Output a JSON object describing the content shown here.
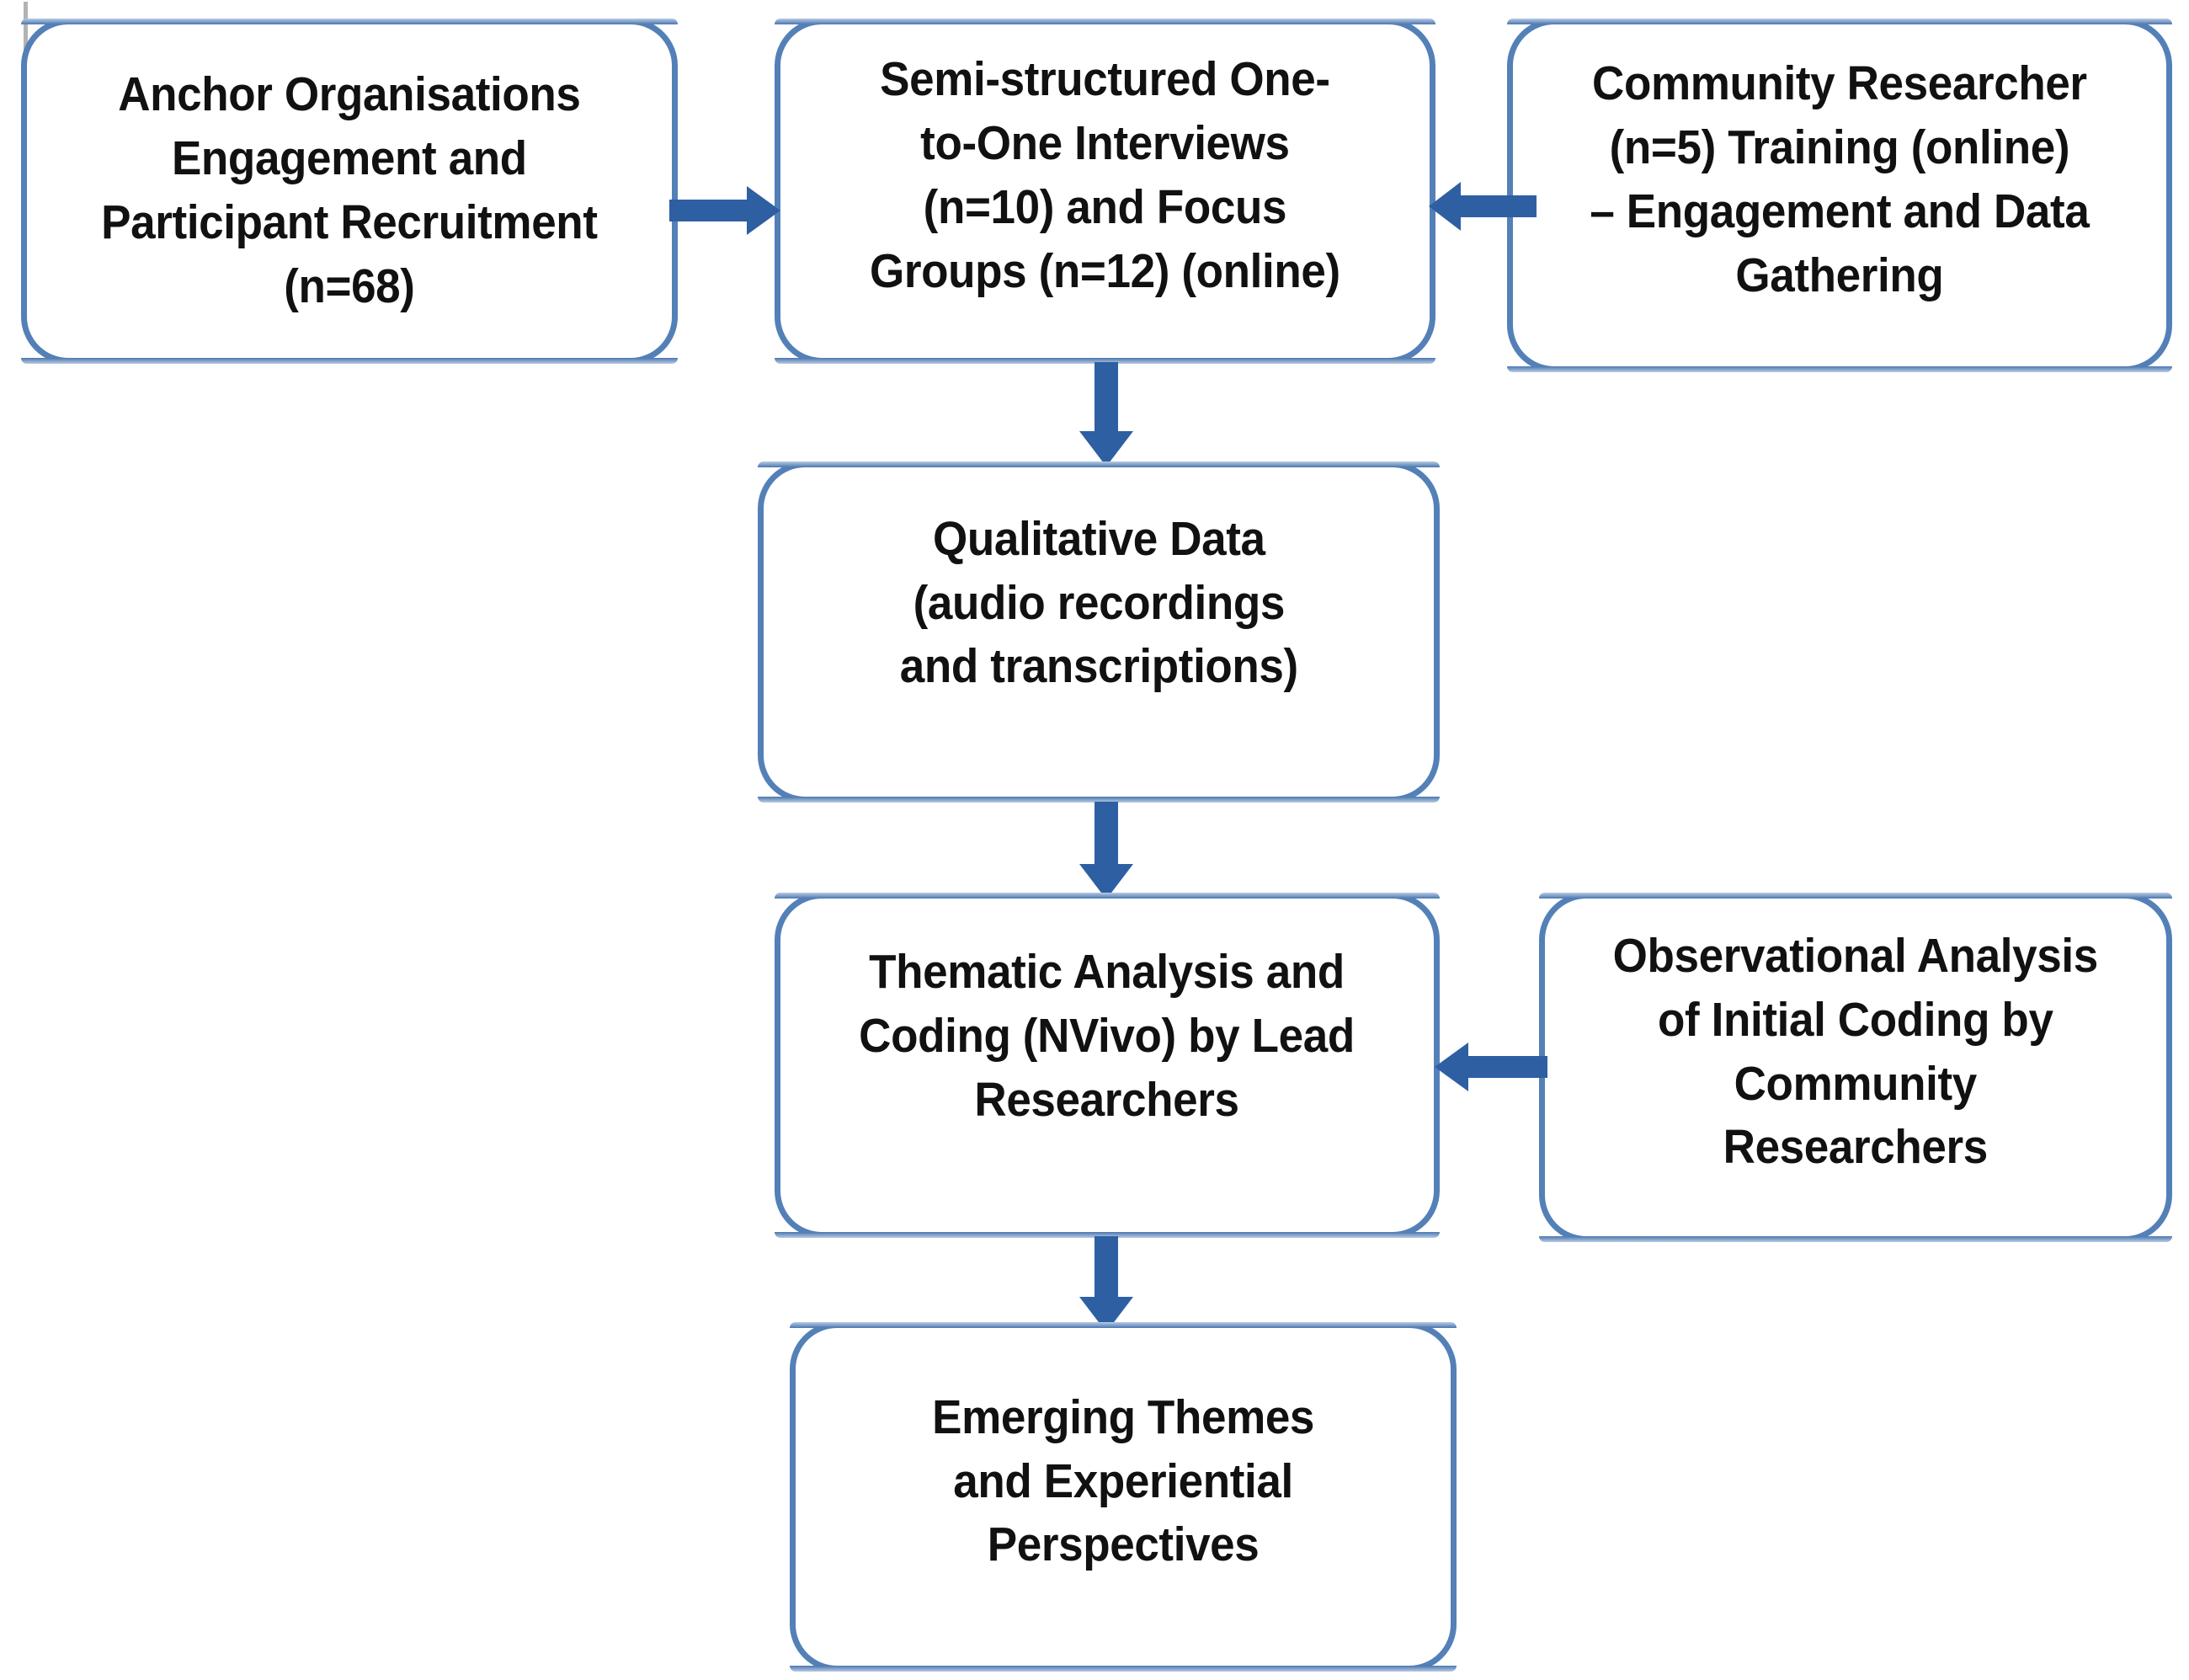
{
  "diagram": {
    "title": "Qualitative Research Methodology Flowchart",
    "accent_color": "#2E5FA3",
    "border_color": "#5480B8",
    "text_color": "#111111",
    "background": "#FFFFFF"
  },
  "nodes": {
    "anchor_organisations": {
      "id": "anchor-organisations",
      "lines": [
        "Anchor Organisations",
        "Engagement and",
        "Participant Recruitment",
        "(n=68)"
      ]
    },
    "interviews_focus_groups": {
      "id": "interviews-focus-groups",
      "lines": [
        "Semi-structured One-",
        "to-One Interviews",
        "(n=10) and Focus",
        "Groups (n=12) (online)"
      ]
    },
    "community_researcher_training": {
      "id": "community-researcher-training",
      "lines": [
        "Community Researcher",
        "(n=5) Training (online)",
        "– Engagement and Data",
        "Gathering"
      ]
    },
    "qualitative_data": {
      "id": "qualitative-data",
      "lines": [
        "Qualitative Data",
        "(audio recordings",
        "and transcriptions)"
      ]
    },
    "thematic_analysis": {
      "id": "thematic-analysis",
      "lines": [
        "Thematic Analysis and",
        "Coding (NVivo) by Lead",
        "Researchers"
      ]
    },
    "observational_analysis": {
      "id": "observational-analysis",
      "lines": [
        "Observational Analysis",
        "of Initial Coding by",
        "Community",
        "Researchers"
      ]
    },
    "emerging_themes": {
      "id": "emerging-themes",
      "lines": [
        "Emerging Themes",
        "and Experiential",
        "Perspectives"
      ]
    }
  },
  "connectors": [
    {
      "id": "anchor-to-interviews",
      "from": "anchor_organisations",
      "to": "interviews_focus_groups",
      "direction": "right"
    },
    {
      "id": "training-to-interviews",
      "from": "community_researcher_training",
      "to": "interviews_focus_groups",
      "direction": "left"
    },
    {
      "id": "interviews-to-qualitative-data",
      "from": "interviews_focus_groups",
      "to": "qualitative_data",
      "direction": "down"
    },
    {
      "id": "qualitative-data-to-thematic",
      "from": "qualitative_data",
      "to": "thematic_analysis",
      "direction": "down"
    },
    {
      "id": "observational-to-thematic",
      "from": "observational_analysis",
      "to": "thematic_analysis",
      "direction": "left"
    },
    {
      "id": "thematic-to-emerging-themes",
      "from": "thematic_analysis",
      "to": "emerging_themes",
      "direction": "down"
    }
  ]
}
